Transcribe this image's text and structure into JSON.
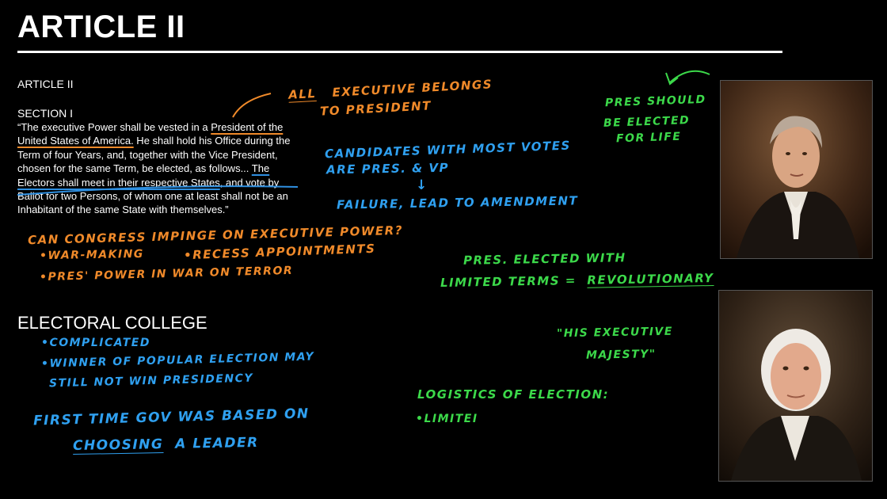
{
  "title": "ARTICLE II",
  "document": {
    "heading": "ARTICLE II",
    "section": "SECTION I",
    "quote_parts": {
      "p1": "“The executive Power shall be vested in a ",
      "p2": "President of the United States of America.",
      "p3": " He shall hold his Office during the Term of four Years, and, together with the Vice President, chosen for the same Term, be elected, as follows... ",
      "p4": "The Electors shall meet in their respective States",
      "p5": ", and vote by Ballot for two Persons, of whom one at least shall not be an Inhabitant of the same State with themselves.”"
    }
  },
  "annotations": {
    "all_exec": {
      "all": "ALL",
      "rest": "EXECUTIVE BELONGS",
      "line2": "TO PRESIDENT"
    },
    "candidates": {
      "line1": "CANDIDATES WITH MOST VOTES",
      "line2": "ARE PRES. & VP",
      "arrow": "↓",
      "line3": "FAILURE, LEAD TO AMENDMENT"
    },
    "congress": {
      "question": "CAN CONGRESS IMPINGE ON EXECUTIVE POWER?",
      "b1": "•WAR-MAKING",
      "b2": "•RECESS APPOINTMENTS",
      "b3": "•PRES' POWER IN WAR ON TERROR"
    },
    "pres_life": {
      "line1": "PRES SHOULD",
      "line2": "BE ELECTED",
      "line3": "FOR LIFE"
    },
    "limited_terms": {
      "line1": "PRES. ELECTED WITH",
      "line2a": "LIMITED TERMS =",
      "line2b": "REVOLUTIONARY"
    },
    "electoral": {
      "heading": "ELECTORAL COLLEGE",
      "b1": "•COMPLICATED",
      "b2": "•WINNER OF POPULAR ELECTION MAY",
      "b2b": "STILL NOT WIN PRESIDENCY"
    },
    "first_time": {
      "line1": "FIRST TIME GOV WAS BASED ON",
      "line2a": "CHOOSING",
      "line2b": "A LEADER"
    },
    "majesty": {
      "line1": "\"HIS EXECUTIVE",
      "line2": "MAJESTY\""
    },
    "logistics": {
      "line1": "LOGISTICS OF ELECTION:",
      "b1": "•LIMITEI"
    }
  },
  "colors": {
    "orange": "#f08a2a",
    "blue": "#2fa0f0",
    "green": "#3cd94a",
    "background": "#000000"
  },
  "portraits": [
    "hamilton-portrait",
    "adams-portrait"
  ]
}
